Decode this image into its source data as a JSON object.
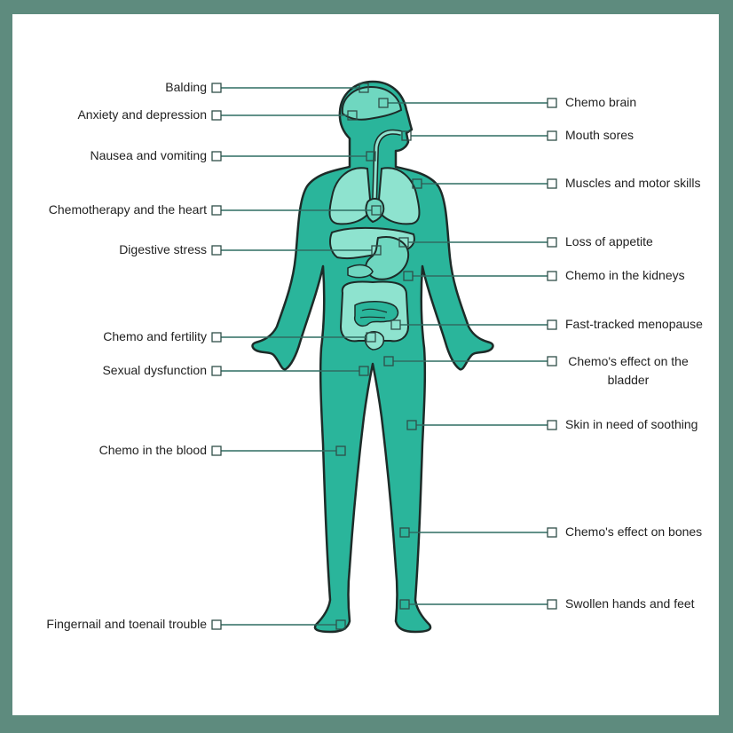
{
  "colors": {
    "frame": "#5e8b7e",
    "body_fill": "#2ab59b",
    "body_stroke": "#1d2b28",
    "organ_light": "#8ee3cf",
    "organ_mid": "#6fd7c0",
    "leader_line": "#2f6d62"
  },
  "labels_left": [
    {
      "key": "balding",
      "text": "Balding"
    },
    {
      "key": "anxiety",
      "text": "Anxiety and depression"
    },
    {
      "key": "nausea",
      "text": "Nausea and vomiting"
    },
    {
      "key": "heart",
      "text": "Chemotherapy and the heart"
    },
    {
      "key": "digestive",
      "text": "Digestive stress"
    },
    {
      "key": "fertility",
      "text": "Chemo and fertility"
    },
    {
      "key": "sexual",
      "text": "Sexual dysfunction"
    },
    {
      "key": "blood",
      "text": "Chemo in the blood"
    },
    {
      "key": "nails",
      "text": "Fingernail and toenail trouble"
    }
  ],
  "labels_right": [
    {
      "key": "brain",
      "text": "Chemo brain"
    },
    {
      "key": "mouth",
      "text": "Mouth sores"
    },
    {
      "key": "muscles",
      "text": "Muscles and motor skills"
    },
    {
      "key": "appetite",
      "text": "Loss of appetite"
    },
    {
      "key": "kidneys",
      "text": "Chemo in the kidneys"
    },
    {
      "key": "menopause",
      "text": "Fast-tracked menopause"
    },
    {
      "key": "bladder",
      "text": "Chemo's effect on the bladder"
    },
    {
      "key": "skin",
      "text": "Skin in need of soothing"
    },
    {
      "key": "bones",
      "text": "Chemo's effect on bones"
    },
    {
      "key": "swollen",
      "text": "Swollen hands and feet"
    }
  ]
}
